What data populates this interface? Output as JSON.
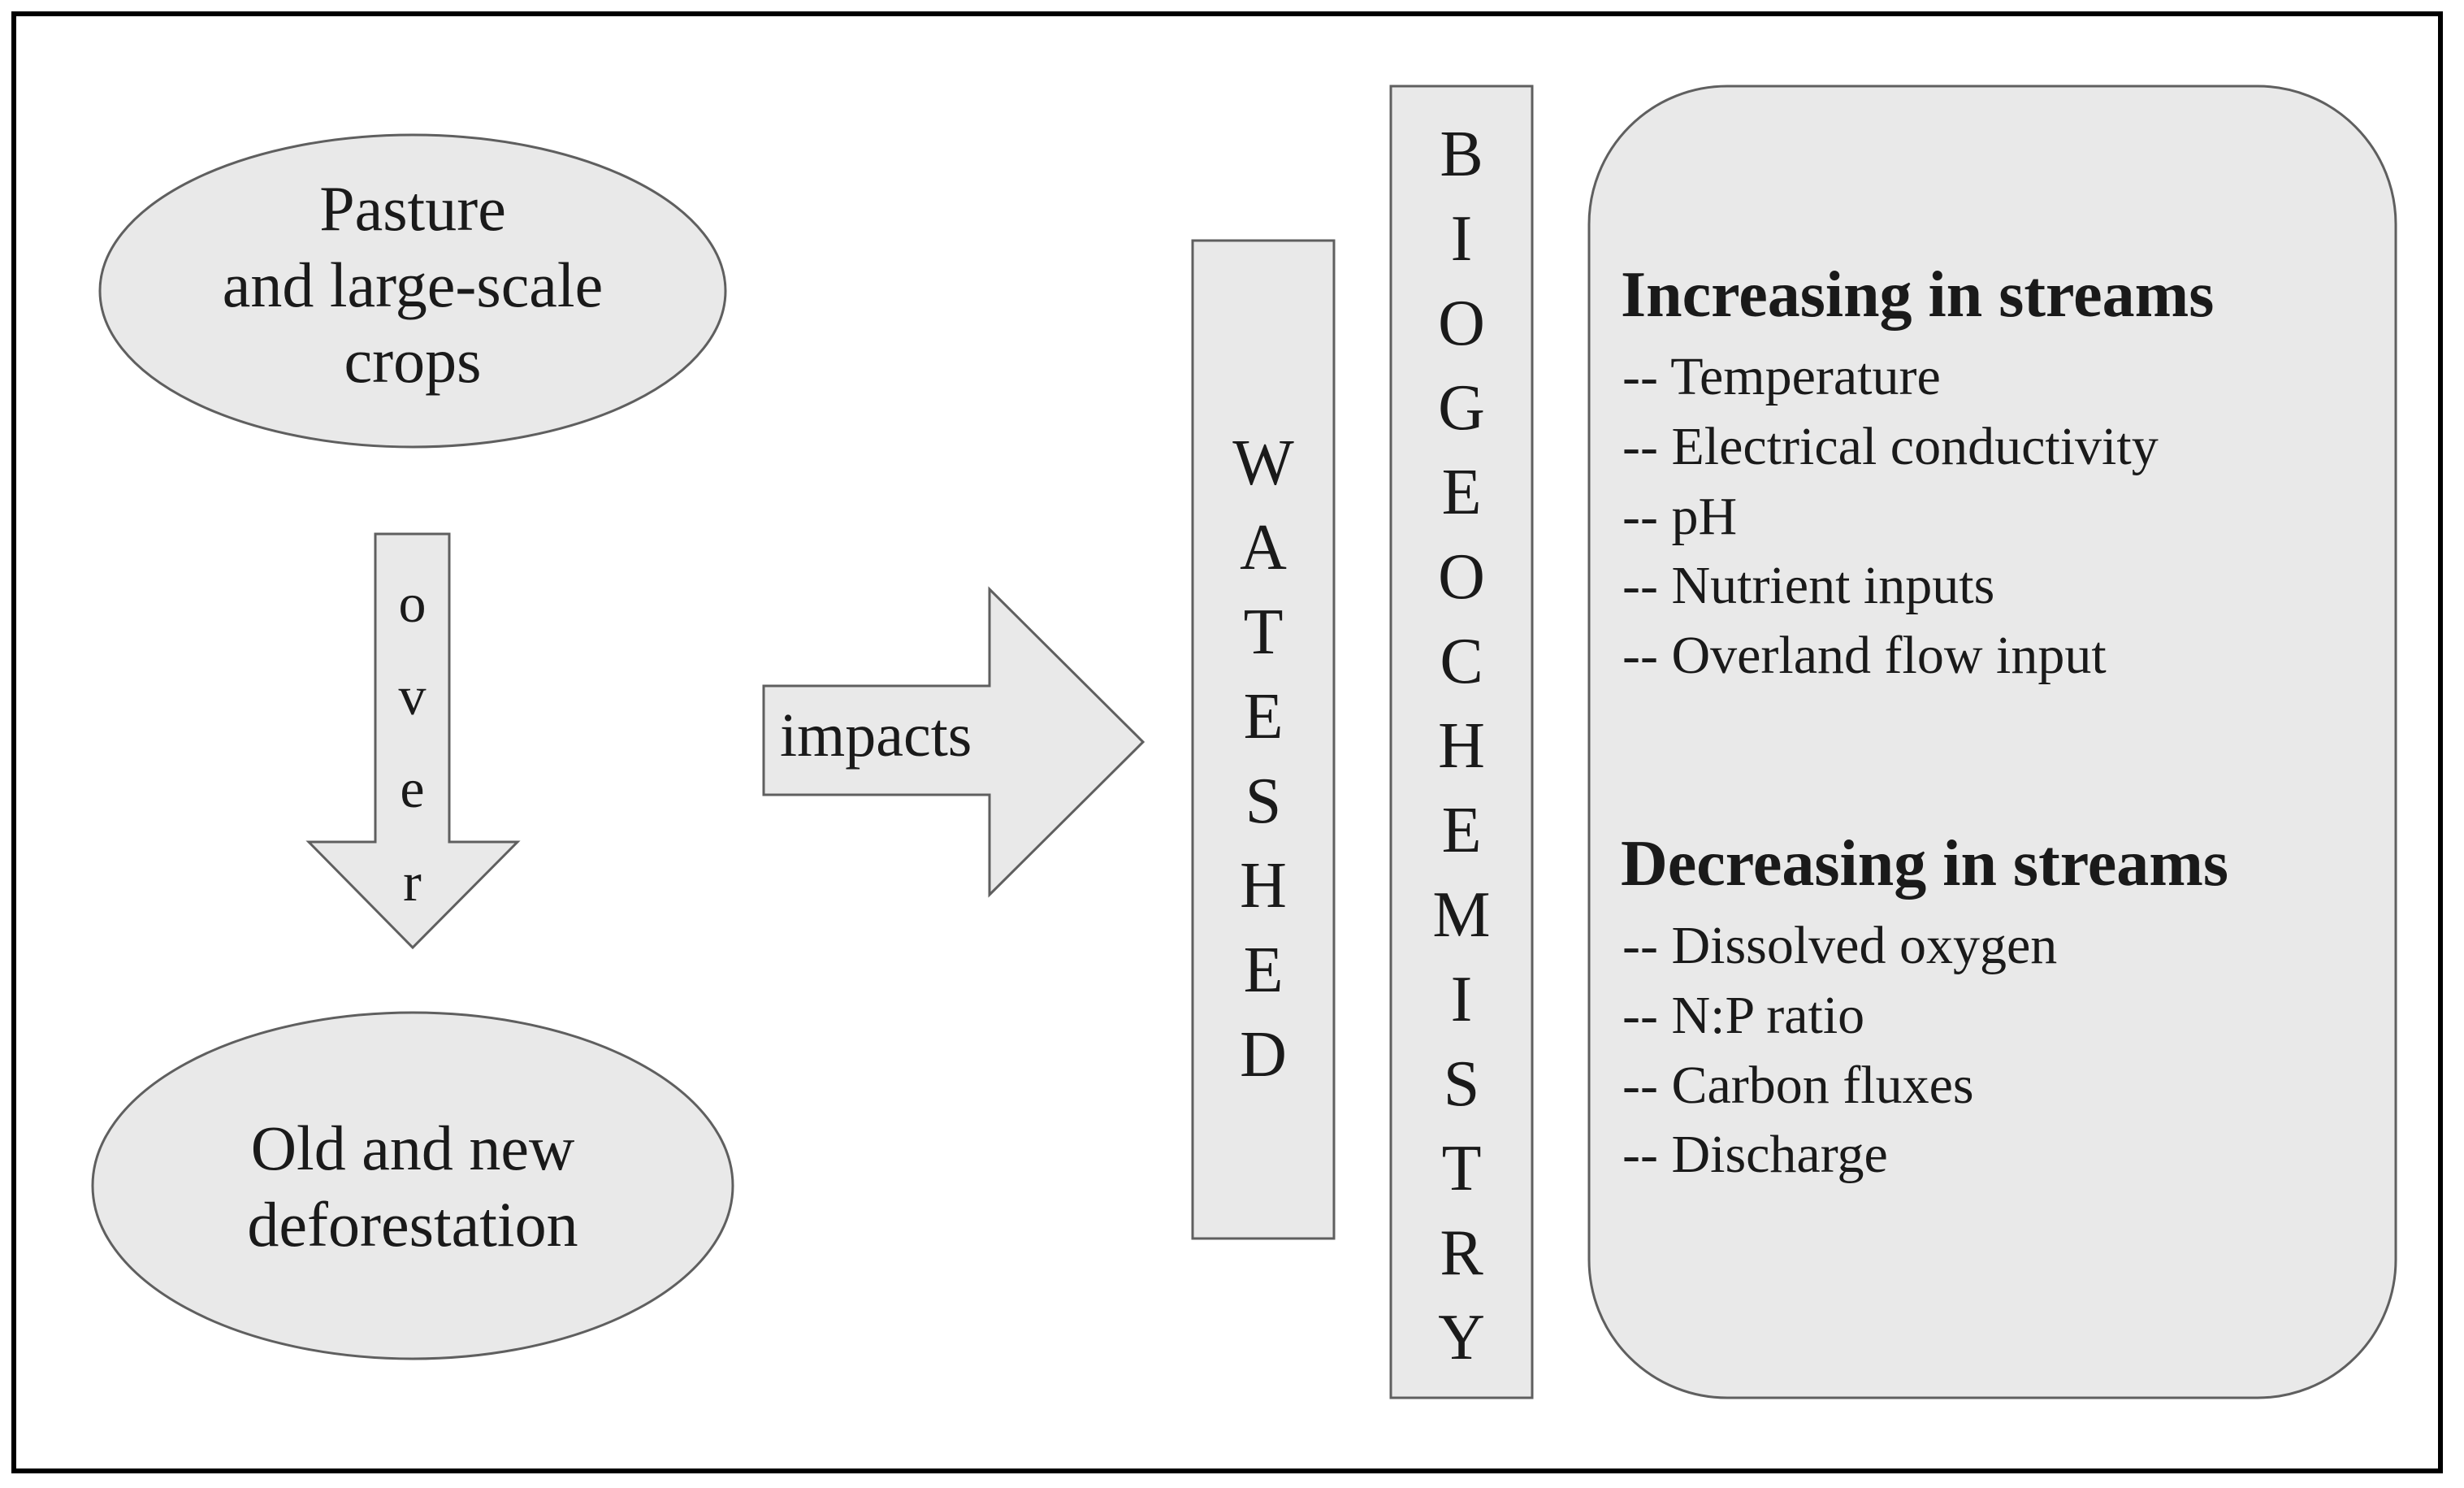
{
  "nodes": {
    "top_ellipse": {
      "lines": [
        "Pasture",
        "and large-scale",
        "crops"
      ]
    },
    "bottom_ellipse": {
      "lines": [
        "Old and new",
        "deforestation"
      ]
    },
    "down_arrow": {
      "letters": [
        "o",
        "v",
        "e",
        "r"
      ]
    },
    "right_arrow": {
      "label": "impacts"
    },
    "watershed_bar": {
      "letters": [
        "W",
        "A",
        "T",
        "E",
        "S",
        "H",
        "E",
        "D"
      ]
    },
    "biogeochemistry_bar": {
      "letters": [
        "B",
        "I",
        "O",
        "G",
        "E",
        "O",
        "C",
        "H",
        "E",
        "M",
        "I",
        "S",
        "T",
        "R",
        "Y"
      ]
    }
  },
  "panel": {
    "increasing": {
      "heading": "Increasing in streams",
      "items": [
        "-- Temperature",
        "-- Electrical conductivity",
        "-- pH",
        "-- Nutrient inputs",
        "-- Overland flow input"
      ]
    },
    "decreasing": {
      "heading": "Decreasing in streams",
      "items": [
        "-- Dissolved oxygen",
        "-- N:P ratio",
        "-- Carbon fluxes",
        "-- Discharge"
      ]
    }
  },
  "colors": {
    "shape_fill": "#e9e9e9",
    "shape_stroke": "#5f5f5f",
    "frame": "#000000",
    "text": "#1a1a1a"
  }
}
